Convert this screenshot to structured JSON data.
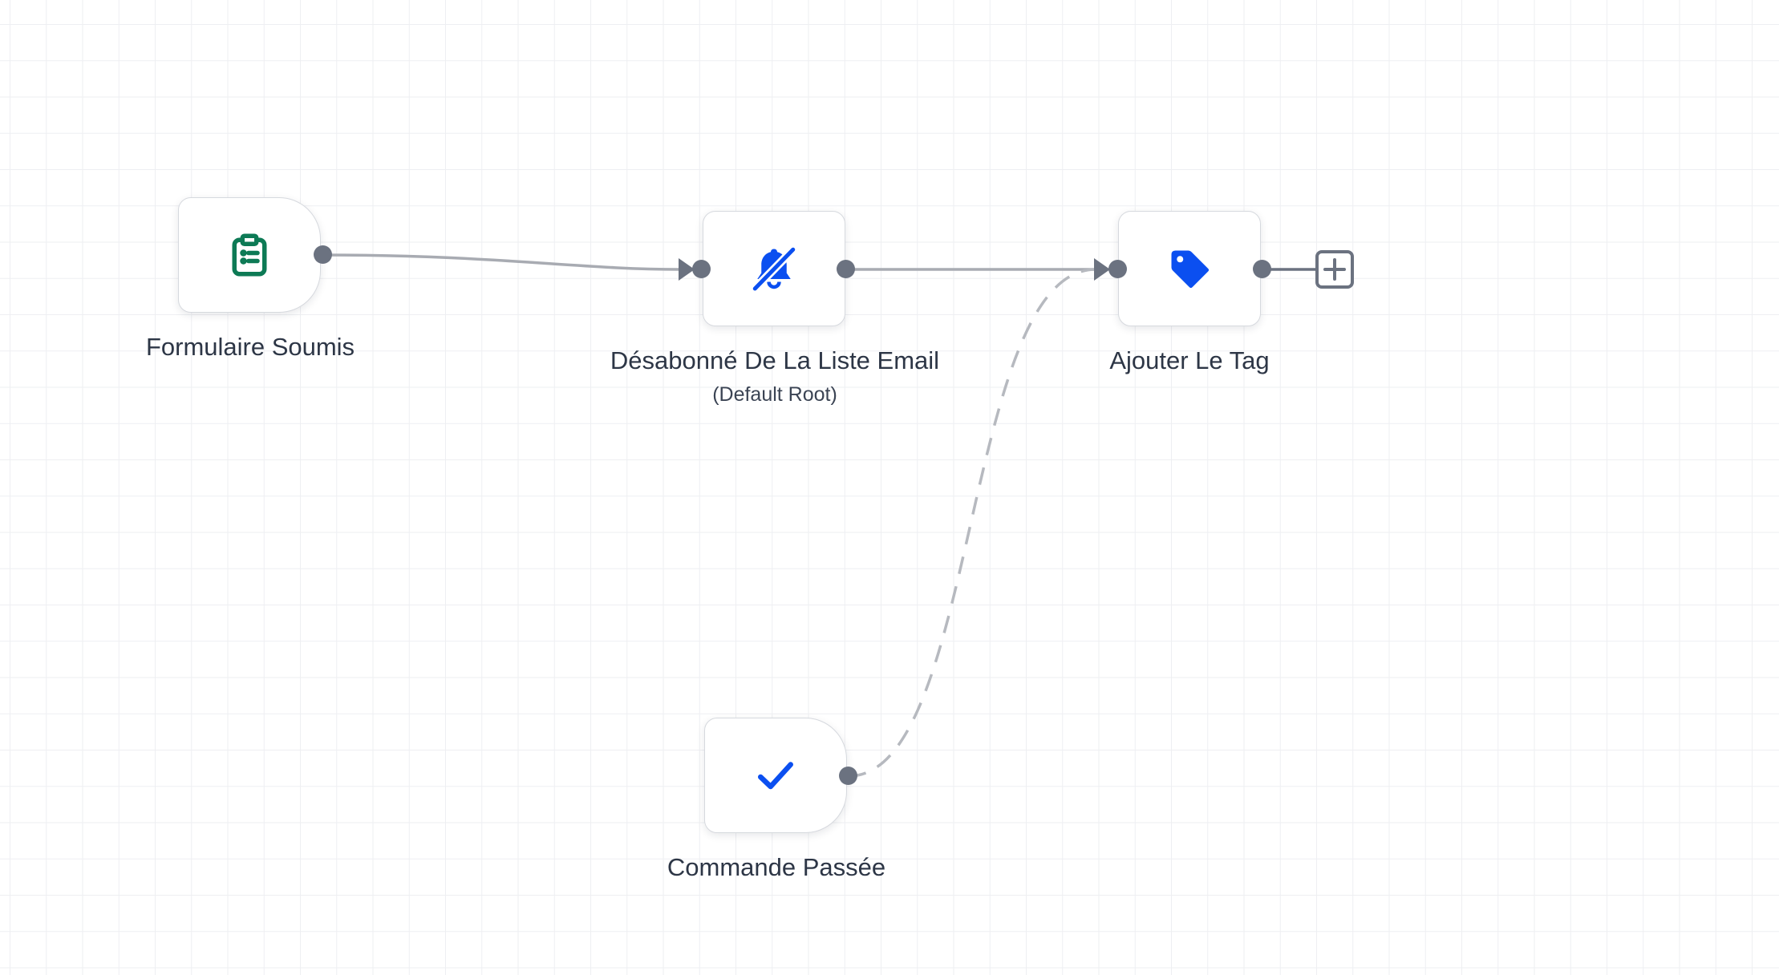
{
  "nodes": [
    {
      "id": "form_submitted",
      "label": "Formulaire Soumis",
      "icon": "clipboard-list-icon",
      "color": "#0d7a55",
      "kind": "trigger"
    },
    {
      "id": "unsubscribed",
      "label": "Désabonné De La Liste Email",
      "sublabel": "(Default Root)",
      "icon": "bell-slash-icon",
      "color": "#0b4ff0",
      "kind": "action"
    },
    {
      "id": "add_tag",
      "label": "Ajouter Le Tag",
      "icon": "tag-icon",
      "color": "#0b4ff0",
      "kind": "action"
    },
    {
      "id": "order_placed",
      "label": "Commande Passée",
      "icon": "check-icon",
      "color": "#0b4ff0",
      "kind": "trigger"
    }
  ],
  "edges": [
    {
      "from": "form_submitted",
      "to": "unsubscribed",
      "style": "solid"
    },
    {
      "from": "unsubscribed",
      "to": "add_tag",
      "style": "solid"
    },
    {
      "from": "order_placed",
      "to": "add_tag",
      "style": "dashed"
    }
  ],
  "controls": {
    "add_step_icon": "plus-square-icon"
  },
  "colors": {
    "edge": "#a8abb2",
    "port": "#6b7280",
    "arrow": "#6b7280",
    "add_button": "#6b7280"
  }
}
